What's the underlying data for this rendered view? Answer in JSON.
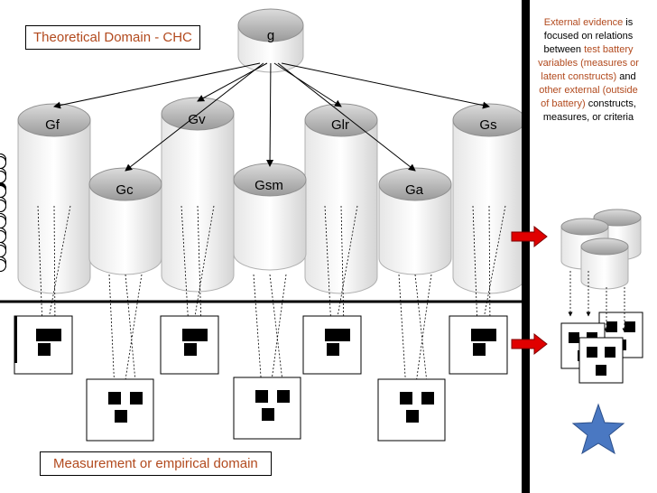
{
  "theoretical_domain_label": "Theoretical Domain - CHC",
  "measurement_domain_label": "Measurement or empirical domain",
  "general_factor": "g",
  "broad_factors": [
    "Gf",
    "Gv",
    "Glr",
    "Gs",
    "Gc",
    "Gsm",
    "Ga"
  ],
  "external_note": {
    "p1": "External evidence",
    "p2": "is focused on relations between",
    "p3": "test battery variables (measures or latent constructs)",
    "p4": "and",
    "p5": "other external (outside of battery)",
    "p6": "constructs, measures, or criteria"
  },
  "colors": {
    "accent": "#b24a1e",
    "cylinder_top": "#c8c8c8",
    "arrow": "#e00000",
    "star": "#4a78c2",
    "divider": "#000000"
  },
  "icons": [
    "red-arrow-icon",
    "star-icon"
  ]
}
